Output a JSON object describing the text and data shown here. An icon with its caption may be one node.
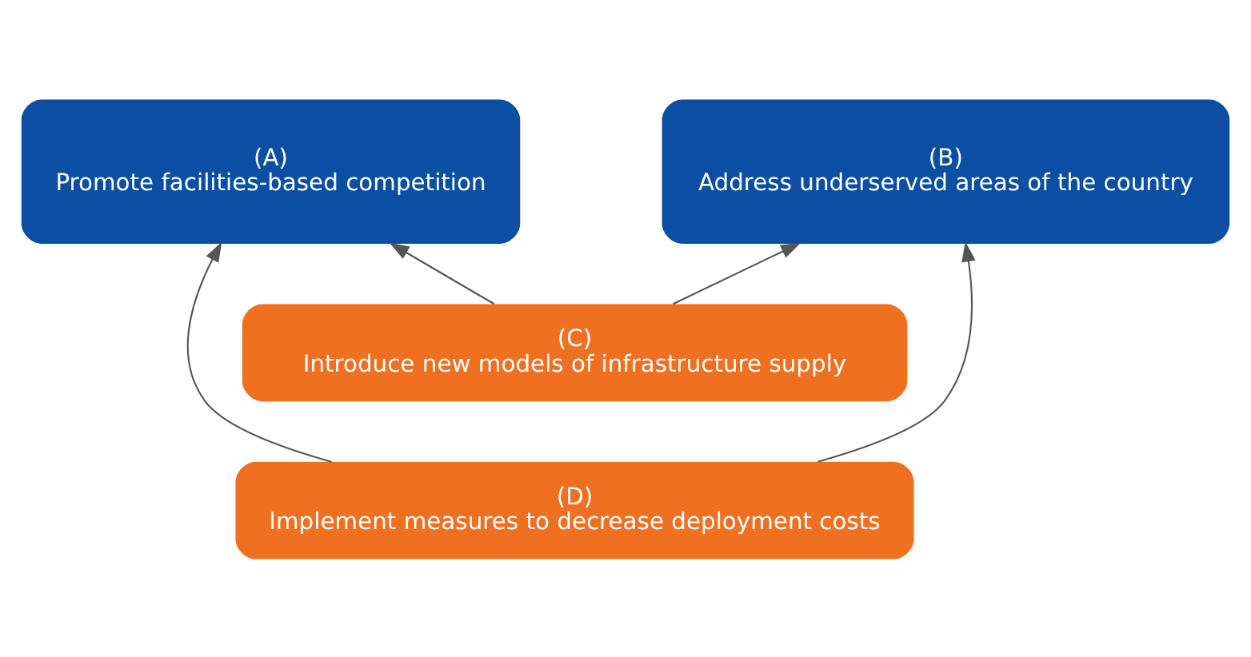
{
  "diagram": {
    "nodes": [
      {
        "text": [
          "(A)",
          "Promote facilities-based competition"
        ]
      },
      {
        "text": [
          "(B)",
          "Address underserved areas of the country"
        ]
      },
      {
        "text": [
          "(C)",
          "Introduce new models of infrastructure supply"
        ]
      },
      {
        "text": [
          "(D)",
          "Implement measures to decrease deployment costs"
        ]
      }
    ],
    "edges": [
      {
        "from": 2,
        "to": 0,
        "arrow": "to"
      },
      {
        "from": 2,
        "to": 1,
        "arrow": "to"
      },
      {
        "from": 3,
        "to": 0,
        "arrow": "to"
      },
      {
        "from": 3,
        "to": 1,
        "arrow": "to"
      }
    ]
  }
}
